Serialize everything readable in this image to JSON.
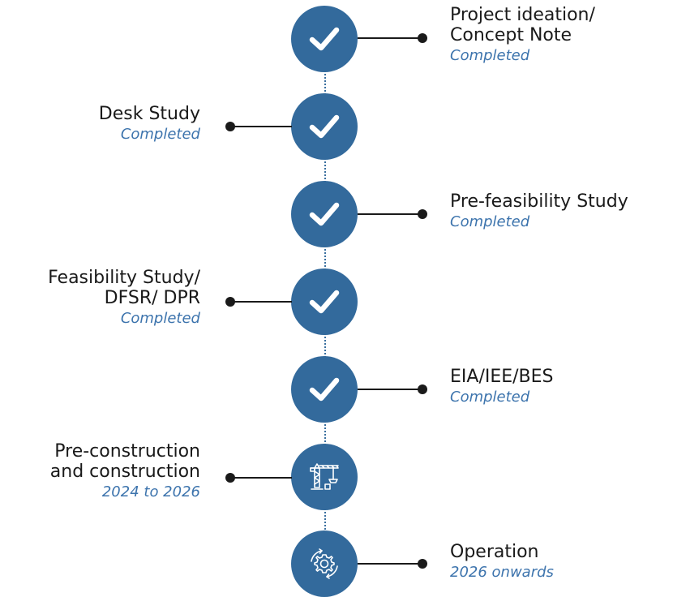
{
  "colors": {
    "circle": "#336a9c",
    "status_text": "#3d74ad",
    "connector": "#1a1a1a"
  },
  "stages": [
    {
      "title": "Project ideation/\nConcept Note",
      "status": "Completed",
      "icon": "check-icon",
      "side": "right"
    },
    {
      "title": "Desk Study",
      "status": "Completed",
      "icon": "check-icon",
      "side": "left"
    },
    {
      "title": "Pre-feasibility Study",
      "status": "Completed",
      "icon": "check-icon",
      "side": "right"
    },
    {
      "title": "Feasibility Study/\nDFSR/ DPR",
      "status": "Completed",
      "icon": "check-icon",
      "side": "left"
    },
    {
      "title": "EIA/IEE/BES",
      "status": "Completed",
      "icon": "check-icon",
      "side": "right"
    },
    {
      "title": "Pre-construction\nand construction",
      "status": "2024 to 2026",
      "icon": "crane-icon",
      "side": "left"
    },
    {
      "title": "Operation",
      "status": "2026 onwards",
      "icon": "gear-cycle-icon",
      "side": "right"
    }
  ]
}
